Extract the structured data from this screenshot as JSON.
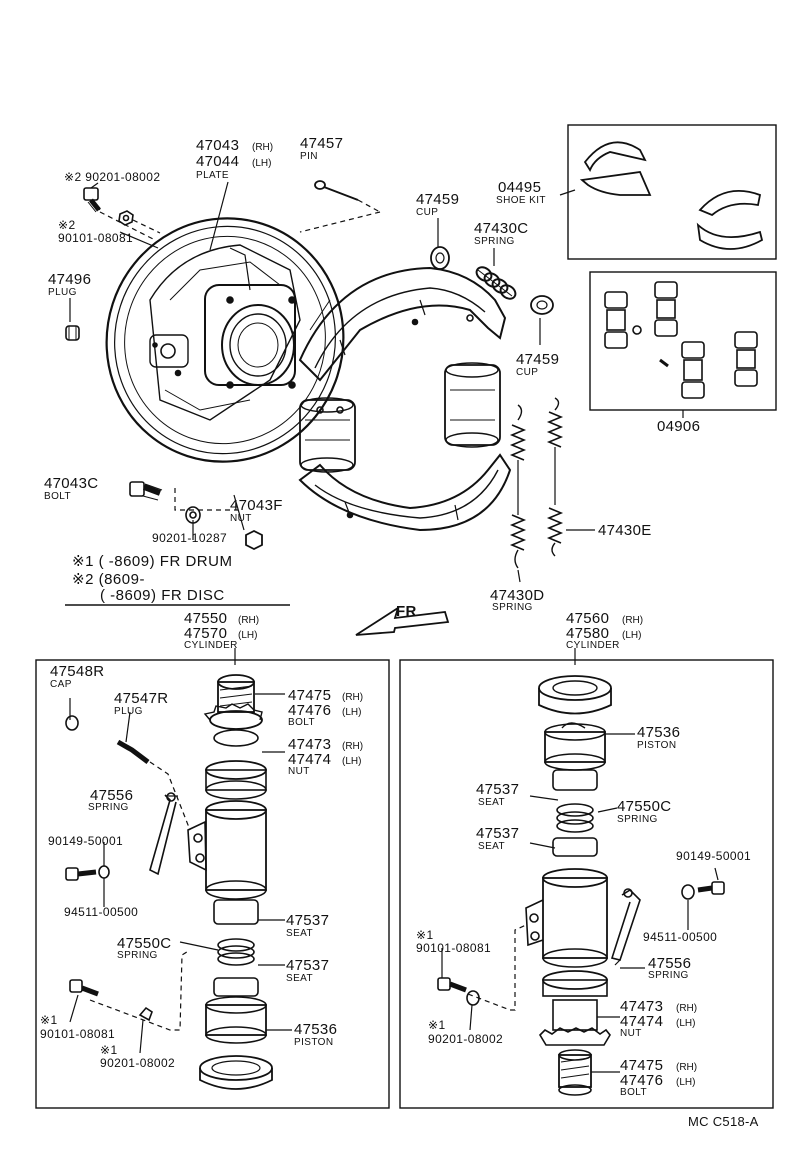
{
  "parts": {
    "p47043": {
      "num1": "47043",
      "side1": "(RH)",
      "num2": "47044",
      "side2": "(LH)",
      "name": "PLATE"
    },
    "p47457": {
      "num": "47457",
      "name": "PIN"
    },
    "p90201_08002_top": {
      "num": "※2 90201-08002"
    },
    "p90101_08081_top": {
      "mark": "※2",
      "num": "90101-08081"
    },
    "p47496": {
      "num": "47496",
      "name": "PLUG"
    },
    "p47459a": {
      "num": "47459",
      "name": "CUP"
    },
    "p47430c": {
      "num": "47430C",
      "name": "SPRING"
    },
    "p47459b": {
      "num": "47459",
      "name": "CUP"
    },
    "p04495": {
      "num": "04495",
      "name": "SHOE KIT"
    },
    "p04906": {
      "num": "04906"
    },
    "p47043c": {
      "num": "47043C",
      "name": "BOLT"
    },
    "p47043f": {
      "num": "47043F",
      "name": "NUT"
    },
    "p90201_10287": {
      "num": "90201-10287"
    },
    "p47430e": {
      "num": "47430E"
    },
    "p47430d": {
      "num": "47430D",
      "name": "SPRING"
    }
  },
  "notes": {
    "n1": {
      "mark": "※1",
      "range": "(      -8609)",
      "text": "FR DRUM"
    },
    "n2": {
      "mark": "※2",
      "range": "(8609-     "
    },
    "n3": {
      "range": "(      -8609)",
      "text": "FR DISC"
    }
  },
  "fr_arrow": "FR",
  "left_cyl": {
    "title": {
      "num1": "47550",
      "side1": "(RH)",
      "num2": "47570",
      "side2": "(LH)",
      "name": "CYLINDER"
    },
    "p47548r": {
      "num": "47548R",
      "name": "CAP"
    },
    "p47547r": {
      "num": "47547R",
      "name": "PLUG"
    },
    "p47475": {
      "num1": "47475",
      "side1": "(RH)",
      "num2": "47476",
      "side2": "(LH)",
      "name": "BOLT"
    },
    "p47473": {
      "num1": "47473",
      "side1": "(RH)",
      "num2": "47474",
      "side2": "(LH)",
      "name": "NUT"
    },
    "p47556": {
      "num": "47556",
      "name": "SPRING"
    },
    "p90149": {
      "num": "90149-50001"
    },
    "p94511": {
      "num": "94511-00500"
    },
    "p47537a": {
      "num": "47537",
      "name": "SEAT"
    },
    "p47550c": {
      "num": "47550C",
      "name": "SPRING"
    },
    "p47537b": {
      "num": "47537",
      "name": "SEAT"
    },
    "p90101": {
      "mark": "※1",
      "num": "90101-08081"
    },
    "p90201": {
      "mark": "※1",
      "num": "90201-08002"
    },
    "p47536": {
      "num": "47536",
      "name": "PISTON"
    }
  },
  "right_cyl": {
    "title": {
      "num1": "47560",
      "side1": "(RH)",
      "num2": "47580",
      "side2": "(LH)",
      "name": "CYLINDER"
    },
    "p47536": {
      "num": "47536",
      "name": "PISTON"
    },
    "p47537a": {
      "num": "47537",
      "name": "SEAT"
    },
    "p47550c": {
      "num": "47550C",
      "name": "SPRING"
    },
    "p47537b": {
      "num": "47537",
      "name": "SEAT"
    },
    "p90149": {
      "num": "90149-50001"
    },
    "p94511": {
      "num": "94511-00500"
    },
    "p90101": {
      "mark": "※1",
      "num": "90101-08081"
    },
    "p47556": {
      "num": "47556",
      "name": "SPRING"
    },
    "p90201": {
      "mark": "※1",
      "num": "90201-08002"
    },
    "p47473": {
      "num1": "47473",
      "side1": "(RH)",
      "num2": "47474",
      "side2": "(LH)",
      "name": "NUT"
    },
    "p47475": {
      "num1": "47475",
      "side1": "(RH)",
      "num2": "47476",
      "side2": "(LH)",
      "name": "BOLT"
    }
  },
  "footer_code": "MC  C518-A"
}
